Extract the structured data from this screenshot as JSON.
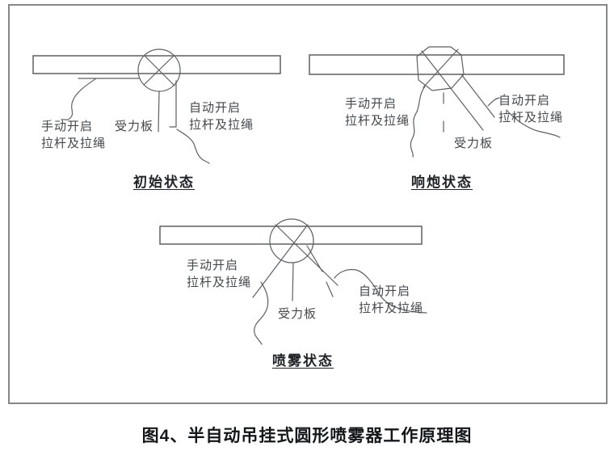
{
  "figure": {
    "caption": "图4、半自动吊挂式圆形喷雾器工作原理图",
    "colors": {
      "background": "#ffffff",
      "line": "#5c6164",
      "border": "#84888b",
      "label_text": "#43484c",
      "caption_text": "#14171a"
    },
    "diagrams": [
      {
        "id": "initial-state",
        "caption": "初始状态",
        "labels": {
          "manual": "手动开启\n拉杆及拉绳",
          "plate": "受力板",
          "auto": "自动开启\n拉杆及拉绳"
        }
      },
      {
        "id": "blast-state",
        "caption": "响炮状态",
        "labels": {
          "manual": "手动开启\n拉杆及拉绳",
          "plate": "受力板",
          "auto": "自动开启\n拉杆及拉绳"
        }
      },
      {
        "id": "spray-state",
        "caption": "喷雾状态",
        "labels": {
          "manual": "手动开启\n拉杆及拉绳",
          "plate": "受力板",
          "auto": "自动开启\n拉杆及拉绳"
        }
      }
    ]
  }
}
